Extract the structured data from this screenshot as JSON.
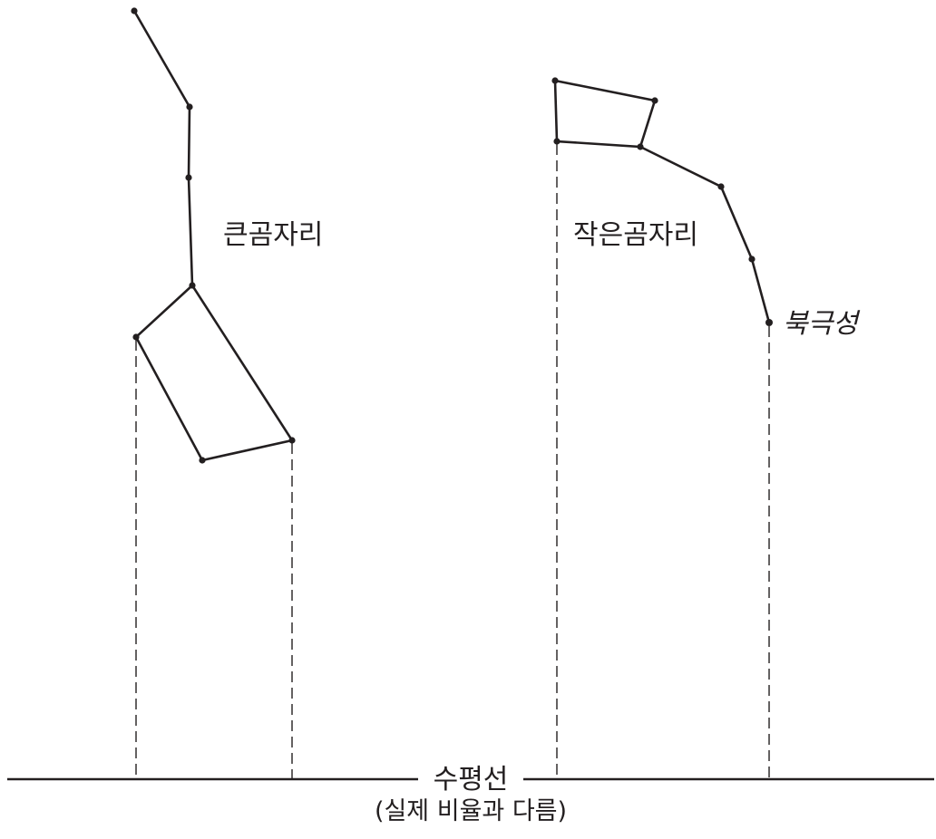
{
  "labels": {
    "big_dipper": "큰곰자리",
    "little_dipper": "작은곰자리",
    "polaris": "북극성",
    "horizon": "수평선",
    "scale_note": "(실제 비율과 다름)"
  },
  "colors": {
    "ink": "#231f20",
    "background": "#ffffff"
  }
}
